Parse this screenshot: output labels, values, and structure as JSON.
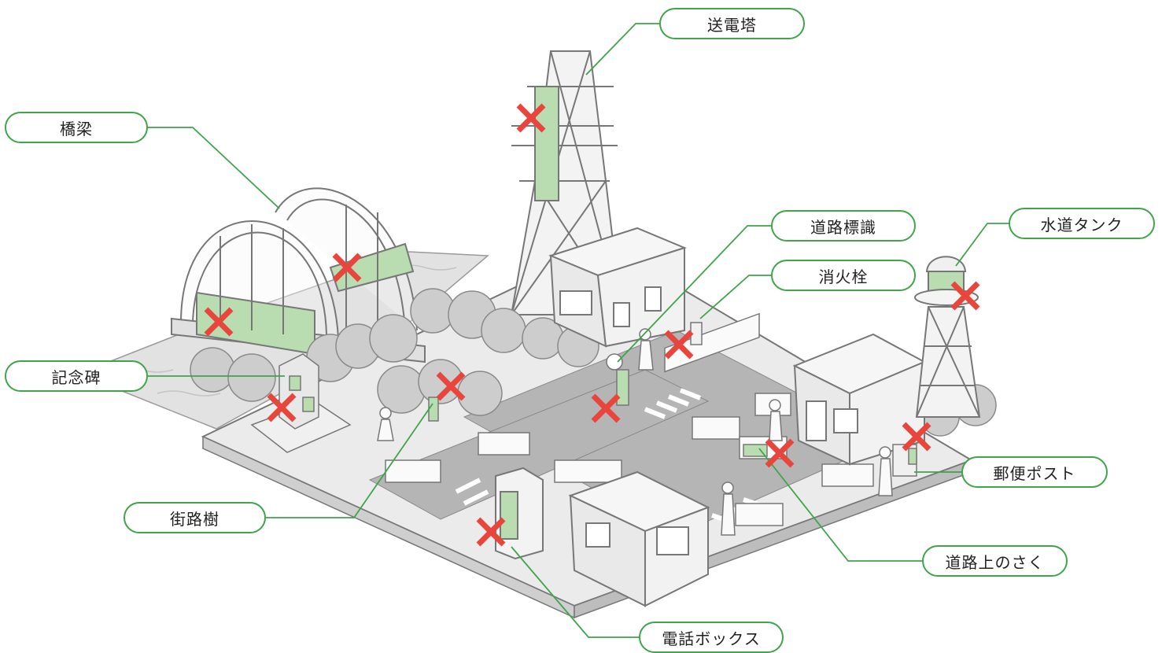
{
  "labels": {
    "tower": "送電塔",
    "bridge": "橋梁",
    "road_sign": "道路標識",
    "water_tank": "水道タンク",
    "hydrant": "消火栓",
    "monument": "記念碑",
    "street_tree": "街路樹",
    "post_box": "郵便ポスト",
    "road_fence": "道路上のさく",
    "phone_box": "電話ボックス"
  },
  "colors": {
    "callout_line": "#3fa44a",
    "marker": "#e8453c",
    "highlight": "#b9ddb0",
    "ground": "#e9e9e9",
    "road": "#b8b8b8",
    "building": "#f4f4f4",
    "tree": "#c9c9c9",
    "water": "#e2e2e2"
  },
  "icons": [
    "cross-mark-icon"
  ]
}
